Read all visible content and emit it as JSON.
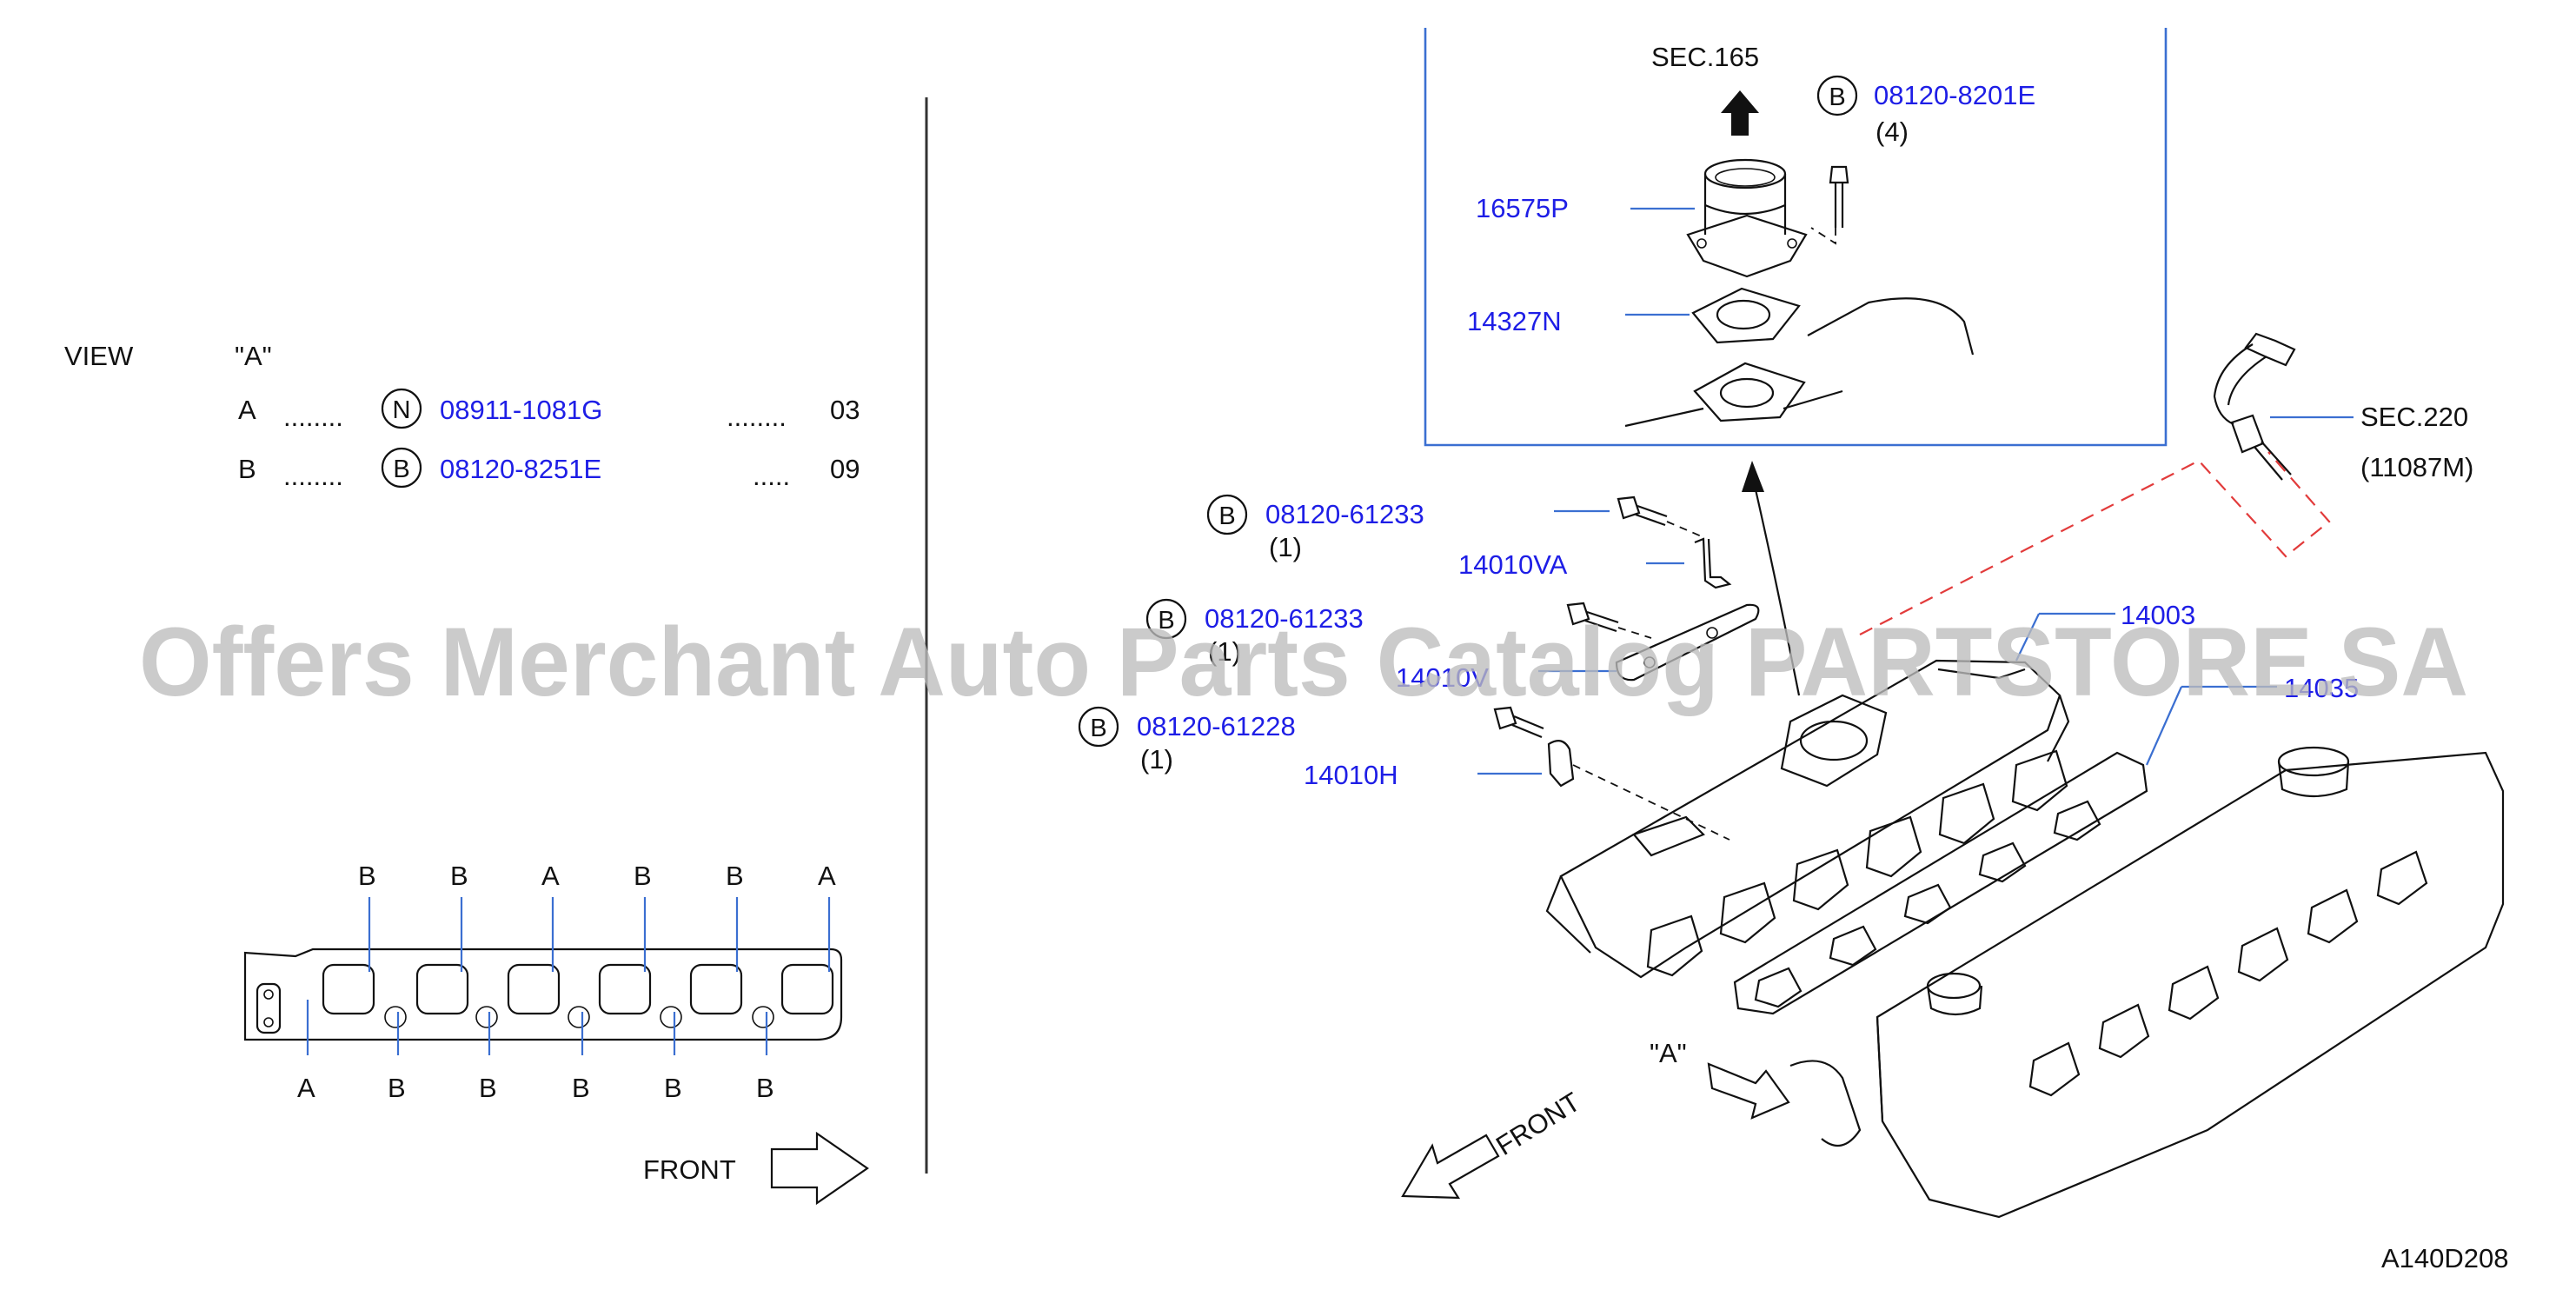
{
  "view_table": {
    "title": "VIEW",
    "view_name": "\"A\"",
    "rows": [
      {
        "key": "A",
        "dots": "........",
        "symbol": "N",
        "part": "08911-1081G",
        "dots2": "........",
        "qty": "03"
      },
      {
        "key": "B",
        "dots": "........",
        "symbol": "B",
        "part": "08120-8251E",
        "dots2": ".....",
        "qty": "09"
      }
    ]
  },
  "gasket_view": {
    "top_labels": [
      "B",
      "B",
      "A",
      "B",
      "B",
      "A"
    ],
    "bottom_labels": [
      "A",
      "B",
      "B",
      "B",
      "B",
      "B"
    ],
    "front_label": "FRONT"
  },
  "inset": {
    "sec_label": "SEC.165",
    "bolt": {
      "symbol": "B",
      "part": "08120-8201E",
      "qty": "(4)"
    },
    "part_a": "16575P",
    "part_b": "14327N"
  },
  "callouts": {
    "bolt1": {
      "symbol": "B",
      "part": "08120-61233",
      "qty": "(1)"
    },
    "bracket1": "14010VA",
    "bolt2": {
      "symbol": "B",
      "part": "08120-61233",
      "qty": "(1)"
    },
    "bracket2": "14010V",
    "bolt3": {
      "symbol": "B",
      "part": "08120-61228",
      "qty": "(1)"
    },
    "bracket3": "14010H",
    "manifold": "14003",
    "gasket": "14035",
    "sensor_sec": "SEC.220",
    "sensor_part": "(11087M)",
    "view_a": "\"A\"",
    "front": "FRONT"
  },
  "diagram_code": "A140D208",
  "watermark": "Offers Merchant Auto Parts Catalog PARTSTORE.SA",
  "colors": {
    "part_number": "#1e1ee6",
    "leader": "#3b6fd1",
    "reference": "#e23b3b",
    "watermark": "#bdbdbd"
  }
}
